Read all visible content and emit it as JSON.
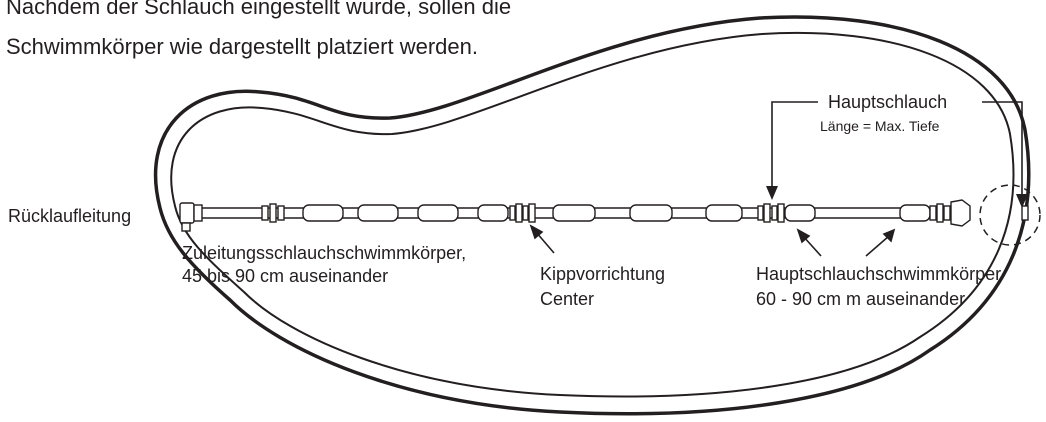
{
  "instruction": {
    "line1": "Nachdem der Schlauch eingestellt wurde, sollen die",
    "line2": "Schwimmkörper wie dargestellt platziert werden."
  },
  "labels": {
    "return_line": "Rücklaufleitung",
    "main_hose_title": "Hauptschlauch",
    "main_hose_length": "Länge = Max. Tiefe",
    "feed_floats_line1": "Zuleitungsschlauchschwimmkörper,",
    "feed_floats_line2": "45 bis 90 cm auseinander",
    "tilt_line1": "Kippvorrichtung",
    "tilt_line2": "Center",
    "main_floats_line1": "Hauptschlauchschwimmkörper",
    "main_floats_line2": "60 - 90 cm m auseinander"
  },
  "colors": {
    "ink": "#231f20",
    "background": "#ffffff"
  }
}
